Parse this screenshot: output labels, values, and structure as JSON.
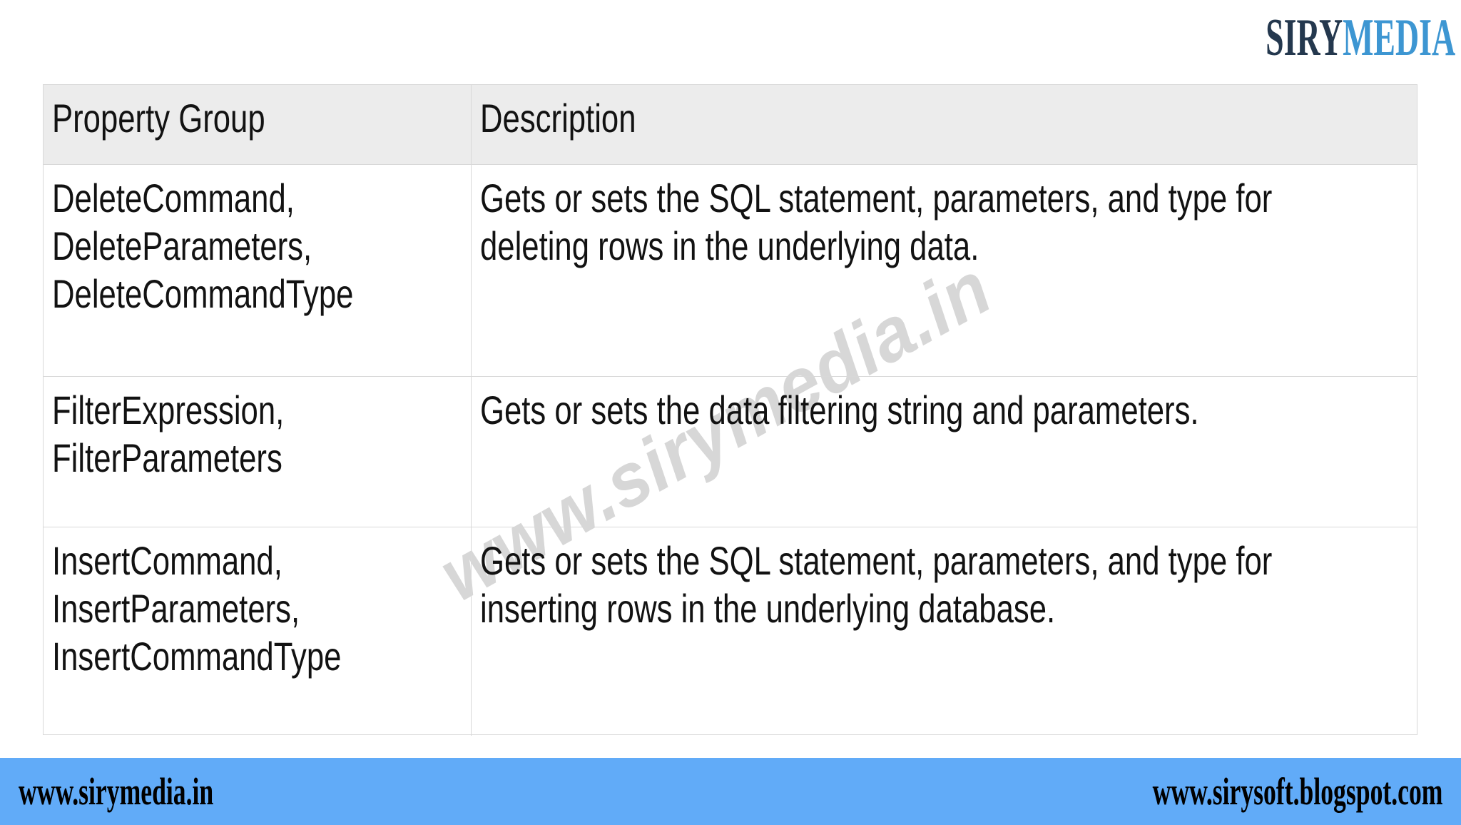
{
  "logo": {
    "part1": "SIRY",
    "part2": "MEDIA",
    "part1_color": "#24384e",
    "part2_color": "#3d96d2"
  },
  "watermark": {
    "text": "www.sirymedia.in",
    "color": "#d7d7d7"
  },
  "table": {
    "headers": [
      "Property Group",
      "Description"
    ],
    "header_background": "#ececec",
    "border_color": "#d8d8d8",
    "rows": [
      {
        "property_group": "DeleteCommand,\nDeleteParameters,\nDeleteCommandType",
        "description": "Gets or sets the SQL statement, parameters, and type for\ndeleting rows in the underlying data."
      },
      {
        "property_group": "FilterExpression,\nFilterParameters",
        "description": "Gets or sets the data filtering string and parameters."
      },
      {
        "property_group": "InsertCommand,\nInsertParameters,\nInsertCommandType",
        "description": "Gets or sets the SQL statement, parameters, and type for\ninserting rows in the underlying database."
      }
    ]
  },
  "footer": {
    "left_url": "www.sirymedia.in",
    "right_url": "www.sirysoft.blogspot.com",
    "background": "#61abf8",
    "text_color": "#000000"
  }
}
